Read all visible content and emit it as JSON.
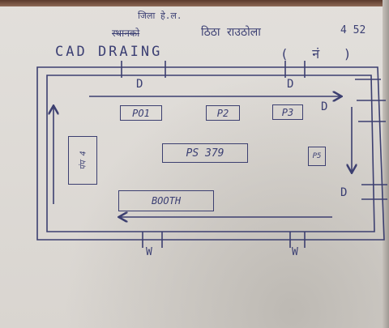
{
  "header": {
    "line1": "जिला हे.ल.",
    "line2_struck": "स्थानको",
    "line2": "ठिठा राउठोला",
    "corner": "4 52"
  },
  "title": {
    "text": "CAD  DRAING",
    "paren": "( नं )"
  },
  "labels": {
    "d_top_left": "D",
    "d_top_right": "D",
    "d_right_mid": "D",
    "d_right_low": "D",
    "w_left": "W",
    "w_right": "W"
  },
  "boxes": {
    "box_a": "PO1",
    "box_b": "P2",
    "box_c": "P3",
    "box_vertical": "पंप 4",
    "box_center": "PS 379",
    "box_right": "P5",
    "box_booth": "BOOTH"
  }
}
